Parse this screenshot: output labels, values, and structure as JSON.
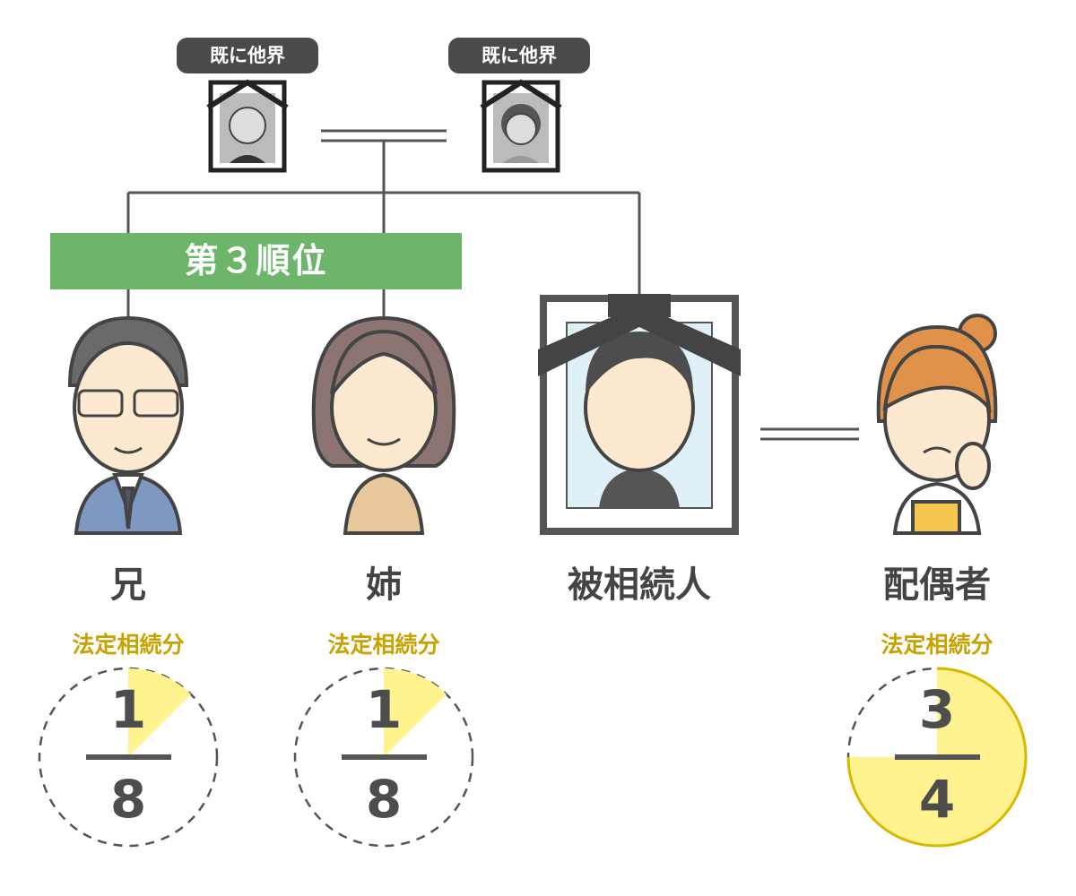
{
  "parents": [
    {
      "status": "既に他界"
    },
    {
      "status": "既に他界"
    }
  ],
  "rank_banner": "第３順位",
  "people": [
    {
      "role": "兄",
      "share_label": "法定相続分",
      "numerator": "1",
      "denominator": "8",
      "fraction": 0.125
    },
    {
      "role": "姉",
      "share_label": "法定相続分",
      "numerator": "1",
      "denominator": "8",
      "fraction": 0.125
    },
    {
      "role": "被相続人"
    },
    {
      "role": "配偶者",
      "share_label": "法定相続分",
      "numerator": "3",
      "denominator": "4",
      "fraction": 0.75
    }
  ],
  "colors": {
    "banner": "#6cb56b",
    "share_text": "#c8a200",
    "wedge": "#fff38f",
    "wedge_border": "#d9b800",
    "badge": "#4a4a4a"
  }
}
